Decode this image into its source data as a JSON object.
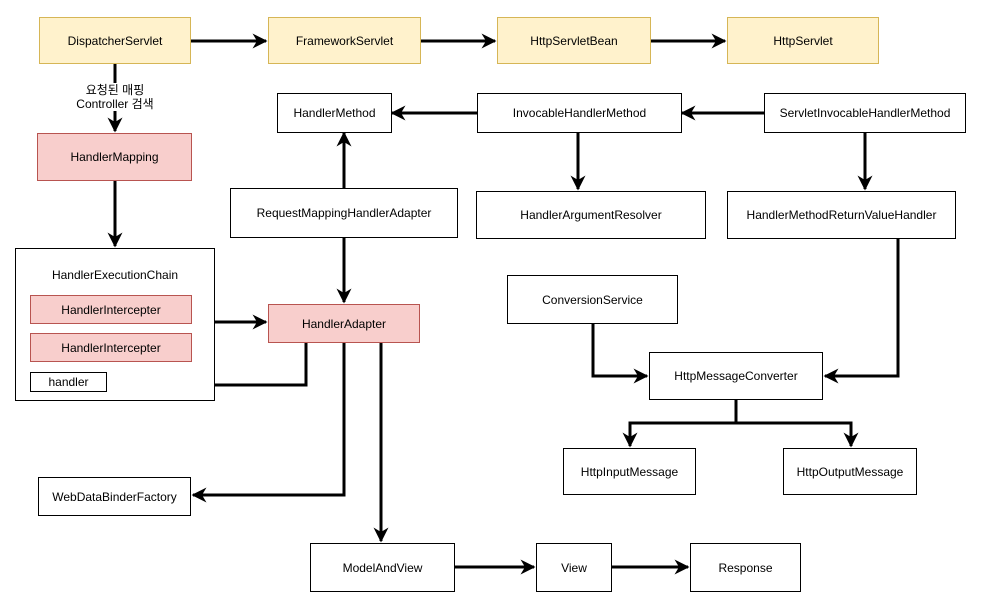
{
  "nodes": {
    "dispatcher_servlet": "DispatcherServlet",
    "framework_servlet": "FrameworkServlet",
    "http_servlet_bean": "HttpServletBean",
    "http_servlet": "HttpServlet",
    "handler_method": "HandlerMethod",
    "invocable_handler_method": "InvocableHandlerMethod",
    "servlet_invocable_handler_method": "ServletInvocableHandlerMethod",
    "handler_mapping": "HandlerMapping",
    "request_mapping_handler_adapter": "RequestMappingHandlerAdapter",
    "handler_argument_resolver": "HandlerArgumentResolver",
    "handler_method_return_value_handler": "HandlerMethodReturnValueHandler",
    "handler_execution_chain": "HandlerExecutionChain",
    "handler_intercepter_1": "HandlerIntercepter",
    "handler_intercepter_2": "HandlerIntercepter",
    "handler": "handler",
    "handler_adapter": "HandlerAdapter",
    "conversion_service": "ConversionService",
    "http_message_converter": "HttpMessageConverter",
    "http_input_message": "HttpInputMessage",
    "http_output_message": "HttpOutputMessage",
    "web_data_binder_factory": "WebDataBinderFactory",
    "model_and_view": "ModelAndView",
    "view": "View",
    "response": "Response"
  },
  "edge_labels": {
    "mapping_line1": "요청된 매핑",
    "mapping_line2": "Controller 검색"
  },
  "colors": {
    "yellow_fill": "#fff2cc",
    "yellow_stroke": "#d6b656",
    "red_fill": "#f8cecc",
    "red_stroke": "#b85450",
    "line": "#000000"
  }
}
